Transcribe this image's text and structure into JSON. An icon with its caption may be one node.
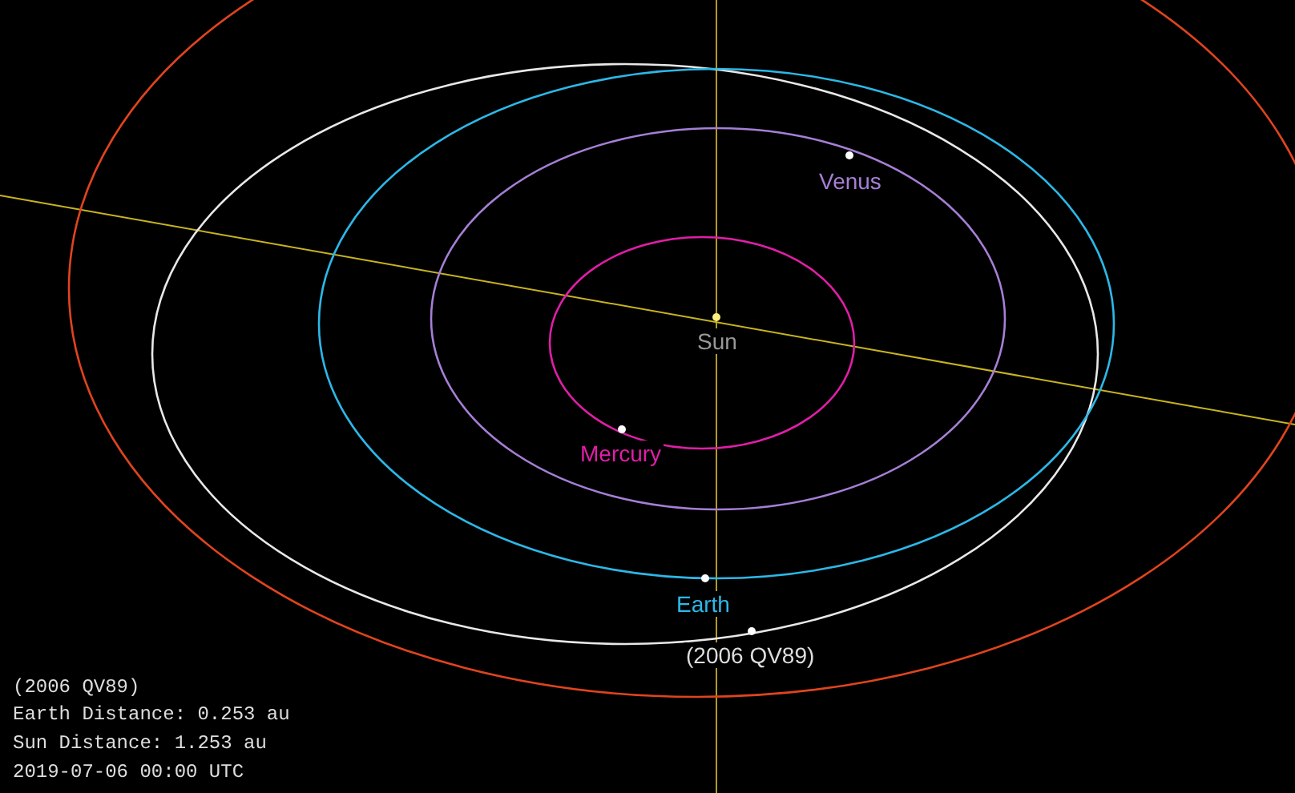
{
  "diagram": {
    "labels": [
      "Venus",
      "Sun",
      "Mercury",
      "Earth",
      "(2006 QV89)",
      "(2006 QV89)",
      "Earth Distance: 0.253 au",
      "Sun Distance: 1.253 au",
      "2019-07-06 00:00 UTC"
    ]
  }
}
